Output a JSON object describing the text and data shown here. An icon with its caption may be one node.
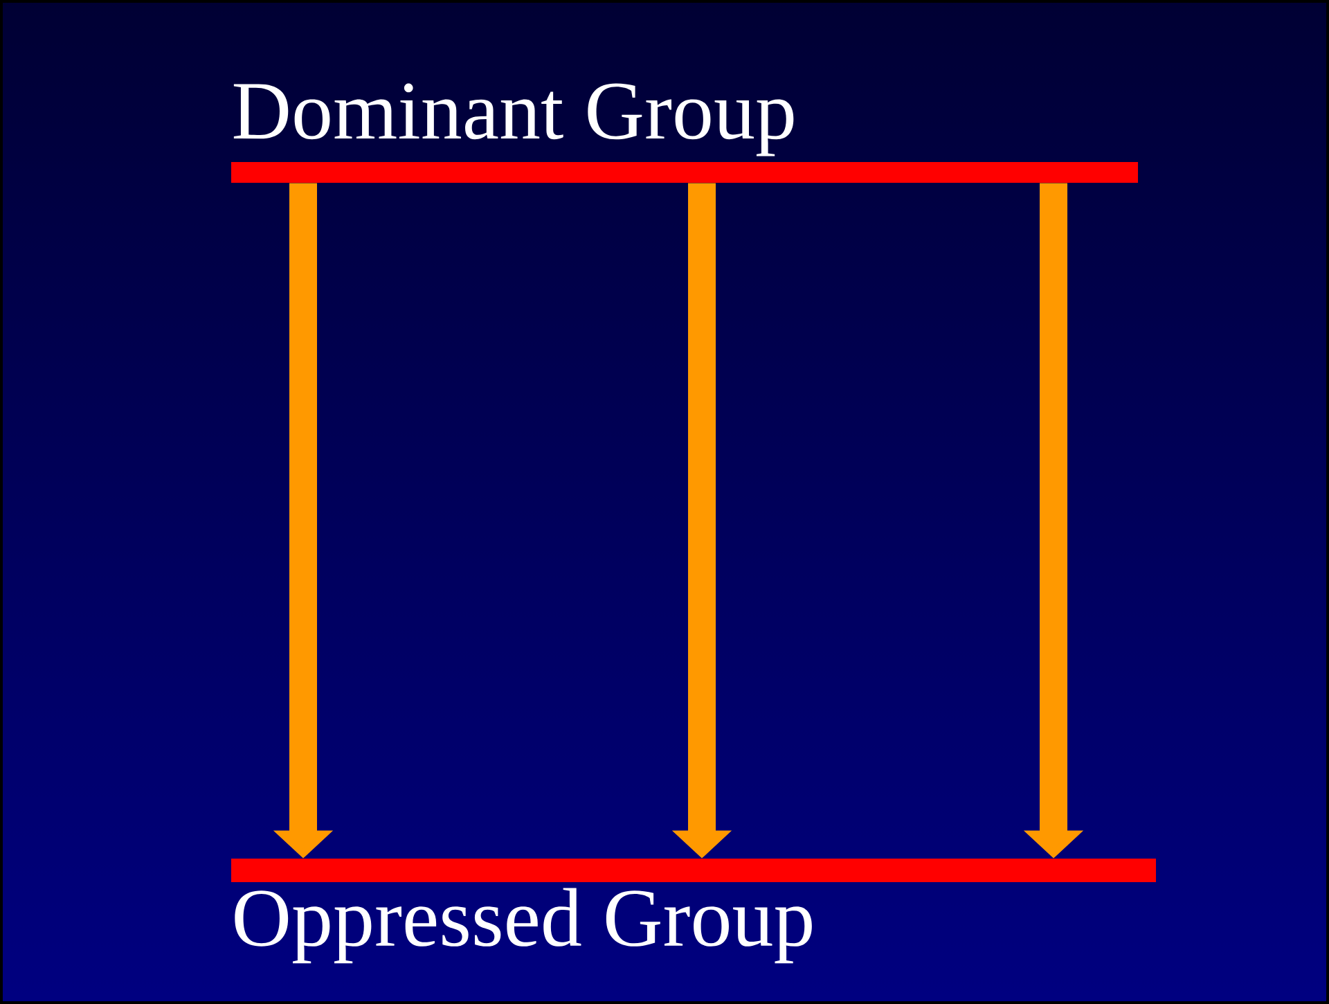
{
  "diagram": {
    "nodes": [
      {
        "text": [
          "Dominant Group"
        ]
      },
      {
        "text": [
          "Oppressed Group"
        ]
      }
    ],
    "edges": [
      {
        "from": 0,
        "to": 1,
        "arrow": "to"
      },
      {
        "from": 0,
        "to": 1,
        "arrow": "to"
      },
      {
        "from": 0,
        "to": 1,
        "arrow": "to"
      }
    ]
  }
}
